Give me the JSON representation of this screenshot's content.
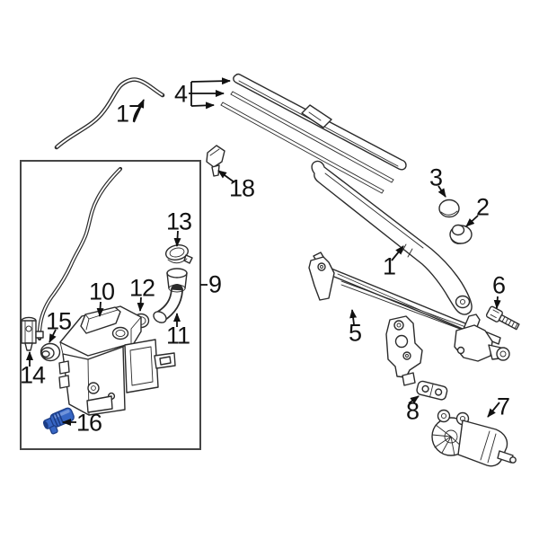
{
  "colors": {
    "background": "#ffffff",
    "line": "#2b2b2b",
    "highlight": "#3766c4",
    "highlight_dark": "#1b3c85",
    "highlight_light": "#7a9bde"
  },
  "callouts": [
    {
      "label": "1",
      "part": "wiper-arm"
    },
    {
      "label": "2",
      "part": "pivot-grommet"
    },
    {
      "label": "3",
      "part": "pivot-cap"
    },
    {
      "label": "4",
      "part": "wiper-blade-set"
    },
    {
      "label": "5",
      "part": "wiper-linkage"
    },
    {
      "label": "6",
      "part": "linkage-bolt"
    },
    {
      "label": "7",
      "part": "wiper-motor"
    },
    {
      "label": "8",
      "part": "motor-bracket"
    },
    {
      "label": "9",
      "part": "reservoir-assembly-box"
    },
    {
      "label": "10",
      "part": "washer-reservoir"
    },
    {
      "label": "11",
      "part": "filler-tube"
    },
    {
      "label": "12",
      "part": "filler-seal-ring"
    },
    {
      "label": "13",
      "part": "reservoir-cap"
    },
    {
      "label": "14",
      "part": "washer-pump"
    },
    {
      "label": "15",
      "part": "pump-grommet"
    },
    {
      "label": "16",
      "part": "fluid-level-sensor"
    },
    {
      "label": "17",
      "part": "washer-hose"
    },
    {
      "label": "18",
      "part": "washer-nozzle"
    }
  ]
}
